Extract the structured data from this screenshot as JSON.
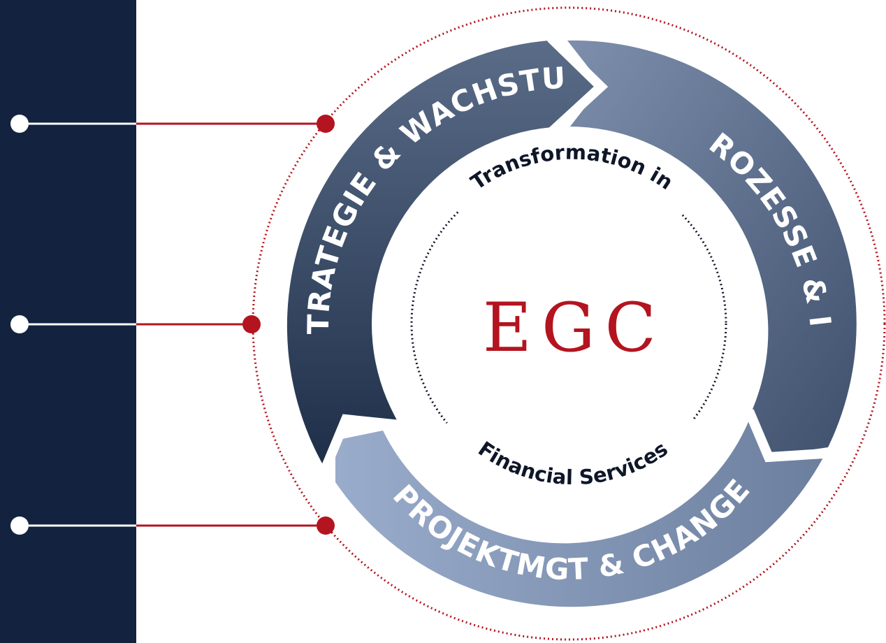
{
  "brand": {
    "logo": "EGC",
    "inner_top": "Transformation in",
    "inner_bottom": "Financial Services"
  },
  "segments": [
    {
      "label": "STRATEGIE & WACHSTUM"
    },
    {
      "label": "PROZESSE & IT"
    },
    {
      "label": "PROJEKTMGT & CHANGE"
    }
  ],
  "connectors": [
    {
      "name": "connector-strategie"
    },
    {
      "name": "connector-prozesse"
    },
    {
      "name": "connector-projekt"
    }
  ],
  "colors": {
    "sidebar": "#13233f",
    "accent_red": "#b3141f",
    "segment_dark": "#3a4d69",
    "segment_mid": "#5c6f8c",
    "segment_light": "#8ea2bf"
  }
}
